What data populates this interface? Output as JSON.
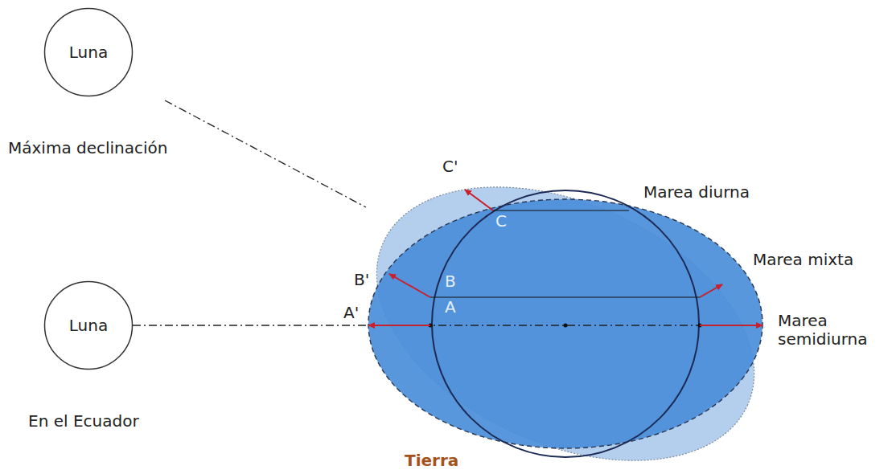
{
  "diagram": {
    "nodes": [
      {
        "text": [
          "Luna",
          "Máxima declinación"
        ]
      },
      {
        "text": [
          "Luna",
          "En el Ecuador"
        ]
      }
    ],
    "labels": [
      "C'",
      "C",
      "B'",
      "B",
      "A",
      "A'",
      "Marea diurna",
      "Marea mixta",
      "Marea semidiurna",
      "Tierra"
    ]
  }
}
